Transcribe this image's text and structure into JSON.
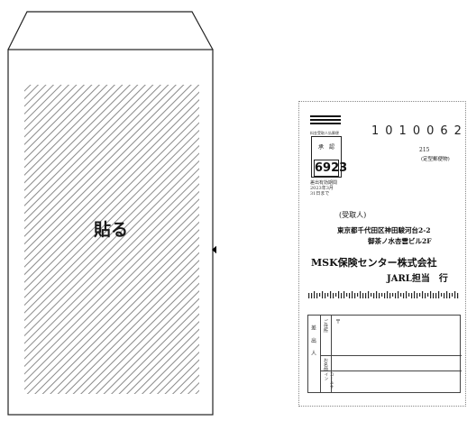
{
  "envelope": {
    "paste_label": "貼る"
  },
  "postcard": {
    "postage_note": "料金受取人払郵便",
    "approval": "承　認",
    "approval_number": "6923",
    "validity": [
      "差出有効期間",
      "2023年3月",
      "31日まで"
    ],
    "postal_code": "1010062",
    "office_code": "215",
    "mail_type": "(定型郵便物)",
    "recipient_label": "(受取人)",
    "address_line1": "東京都千代田区神田駿河台2-2",
    "address_line2": "御茶ノ水杏雲ビル2F",
    "company": "MSK保険センター株式会社",
    "department": "JARL担当　行",
    "sender": {
      "side_label": [
        "差",
        "出",
        "人"
      ],
      "address_label": "ご住所",
      "postal_mark": "〒",
      "name_label": "お名前",
      "callsign_label": "コールサイン"
    }
  }
}
